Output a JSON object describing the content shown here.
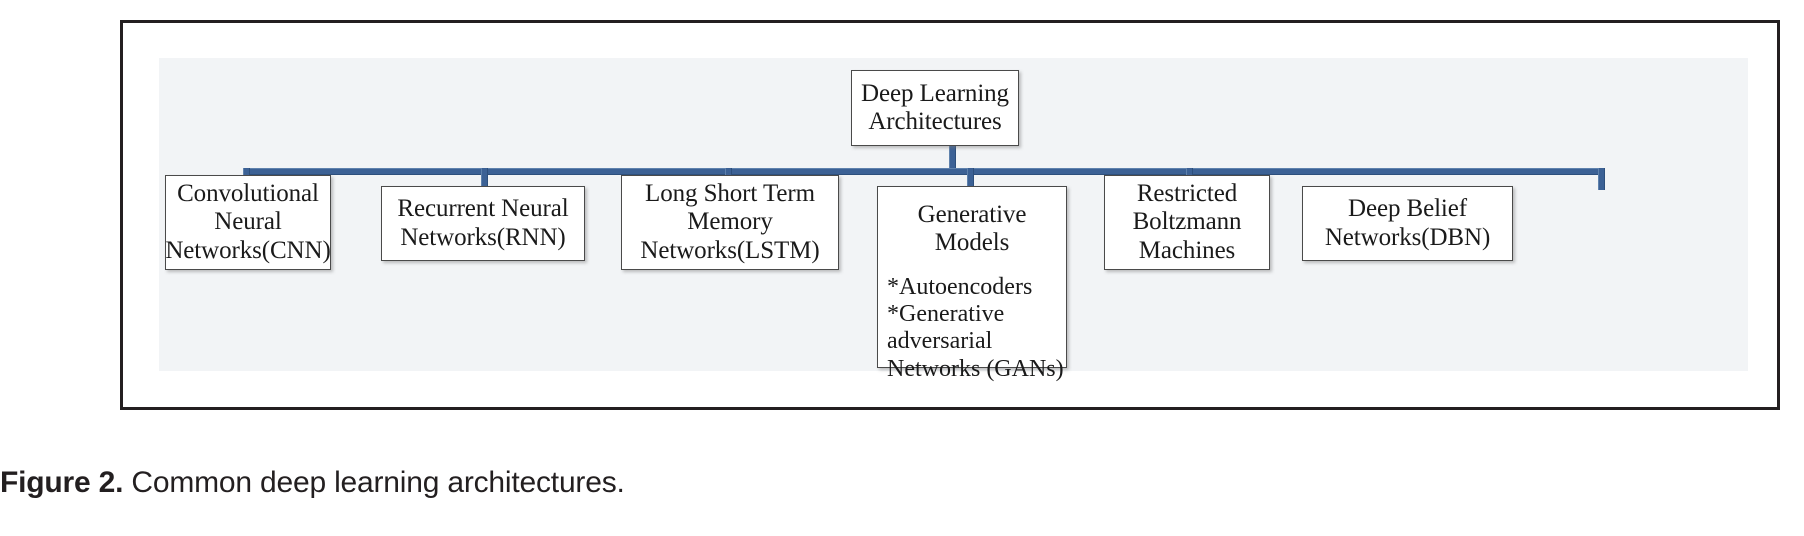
{
  "figure": {
    "caption_label": "Figure 2.",
    "caption_text": "Common deep learning architectures.",
    "panel_background": "#f2f4f6",
    "frame_color": "#231f20",
    "connector_color": "#3c6195",
    "node_border_color": "#4a4a4a",
    "node_background": "#ffffff"
  },
  "diagram": {
    "type": "tree",
    "root": {
      "id": "deep-learning-architectures",
      "title": "Deep Learning\nArchitectures"
    },
    "children": [
      {
        "id": "cnn",
        "title": "Convolutional\nNeural\nNetworks(CNN)"
      },
      {
        "id": "rnn",
        "title": "Recurrent Neural\nNetworks(RNN)"
      },
      {
        "id": "lstm",
        "title": "Long Short Term\nMemory\nNetworks(LSTM)"
      },
      {
        "id": "generative-models",
        "title": "Generative\nModels",
        "sublist": "*Autoencoders\n*Generative\nadversarial\nNetworks (GANs)"
      },
      {
        "id": "rbm",
        "title": "Restricted\nBoltzmann\nMachines"
      },
      {
        "id": "dbn",
        "title": "Deep Belief\nNetworks(DBN)"
      }
    ]
  }
}
